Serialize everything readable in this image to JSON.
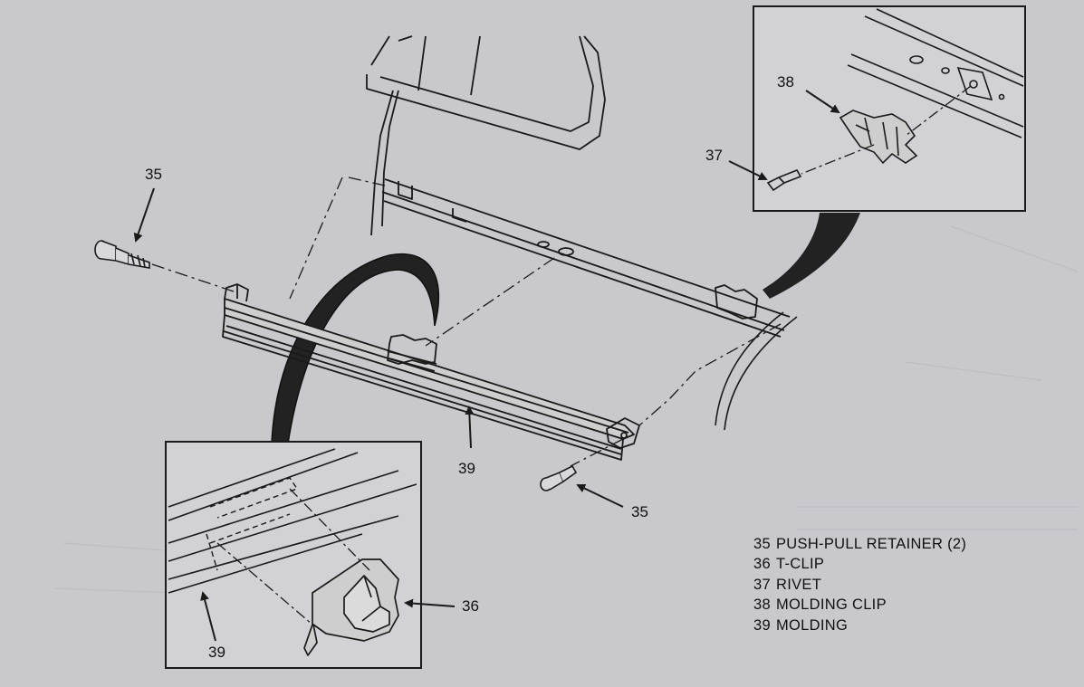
{
  "callouts": {
    "main_retainer_top": "35",
    "main_retainer_bottom": "35",
    "main_molding": "39",
    "top_inset_clip": "38",
    "top_inset_rivet": "37",
    "bottom_inset_tclip": "36",
    "bottom_inset_molding": "39"
  },
  "legend": [
    {
      "num": "35",
      "label": "PUSH-PULL RETAINER (2)"
    },
    {
      "num": "36",
      "label": "T-CLIP"
    },
    {
      "num": "37",
      "label": "RIVET"
    },
    {
      "num": "38",
      "label": "MOLDING CLIP"
    },
    {
      "num": "39",
      "label": "MOLDING"
    }
  ],
  "colors": {
    "paper": "#c9c8cc",
    "ink": "#1a1a1a",
    "inset_bg": "#d2d1d5",
    "fender_liner": "#222222"
  }
}
